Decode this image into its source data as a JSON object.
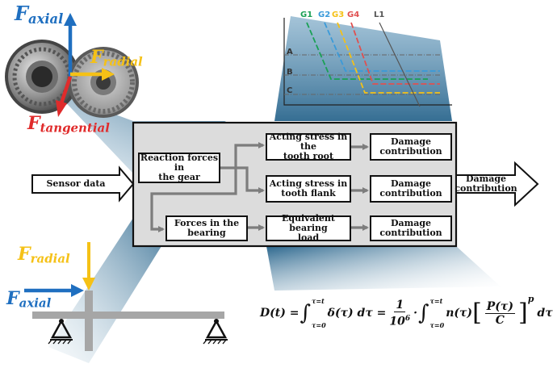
{
  "forces_top": {
    "axial": {
      "base": "F",
      "sub": "axial",
      "color": "#1f6fc0"
    },
    "radial": {
      "base": "F",
      "sub": "radial",
      "color": "#f5c116"
    },
    "tangential": {
      "base": "F",
      "sub": "tangential",
      "color": "#e02b2b"
    }
  },
  "forces_bottom": {
    "radial": {
      "base": "F",
      "sub": "radial",
      "color": "#f5c116"
    },
    "axial": {
      "base": "F",
      "sub": "axial",
      "color": "#1f6fc0"
    }
  },
  "sn_chart": {
    "curves": [
      {
        "label": "G1",
        "color": "#1aa055"
      },
      {
        "label": "G2",
        "color": "#3a9ad9"
      },
      {
        "label": "G3",
        "color": "#f5c116"
      },
      {
        "label": "G4",
        "color": "#e05050"
      },
      {
        "label": "L1",
        "color": "#555555"
      }
    ],
    "levels": [
      "A",
      "B",
      "C"
    ]
  },
  "flow": {
    "input": "Sensor data",
    "reaction": "Reaction forces in\nthe gear",
    "bearing_forces": "Forces in the\nbearing",
    "stress_root": "Acting stress in the\ntooth root",
    "stress_flank": "Acting stress in\ntooth flank",
    "equiv_load": "Equivalent bearing\nload",
    "damage1": "Damage\ncontribution",
    "damage2": "Damage\ncontribution",
    "damage3": "Damage\ncontribution",
    "output": "Damage\ncontribution"
  },
  "formula": {
    "lhs": "D(t) =",
    "upper": "τ=t",
    "lower": "τ=0",
    "integrand1": "δ(τ) dτ =",
    "frac_num": "1",
    "frac_den": "10",
    "frac_exp": "6",
    "dot": "·",
    "integrand2": "n(τ)",
    "P": "P(τ)",
    "C": "C",
    "p": "p",
    "dtau": "dτ"
  }
}
